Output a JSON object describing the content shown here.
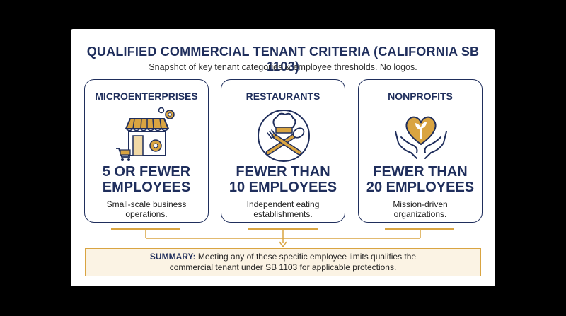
{
  "header": {
    "title": "QUALIFIED COMMERCIAL TENANT CRITERIA (CALIFORNIA SB 1103)",
    "subtitle": "Snapshot of key tenant categories & employee thresholds. No logos."
  },
  "cards": [
    {
      "title": "MICROENTERPRISES",
      "icon": "storefront-gear-cart-icon",
      "threshold_line1": "5 OR FEWER",
      "threshold_line2": "EMPLOYEES",
      "desc_line1": "Small-scale business",
      "desc_line2": "operations."
    },
    {
      "title": "RESTAURANTS",
      "icon": "chef-hat-utensils-icon",
      "threshold_line1": "FEWER THAN",
      "threshold_line2": "10 EMPLOYEES",
      "desc_line1": "Independent eating",
      "desc_line2": "establishments."
    },
    {
      "title": "NONPROFITS",
      "icon": "heart-hands-plant-icon",
      "threshold_line1": "FEWER THAN",
      "threshold_line2": "20 EMPLOYEES",
      "desc_line1": "Mission-driven",
      "desc_line2": "organizations."
    }
  ],
  "summary": {
    "label": "SUMMARY:",
    "line1": "Meeting any of these specific employee limits qualifies the",
    "line2": "commercial tenant under SB 1103 for applicable protections."
  },
  "colors": {
    "navy": "#1f2e5c",
    "gold": "#d9a441",
    "summary_bg": "#fbf3e4"
  }
}
